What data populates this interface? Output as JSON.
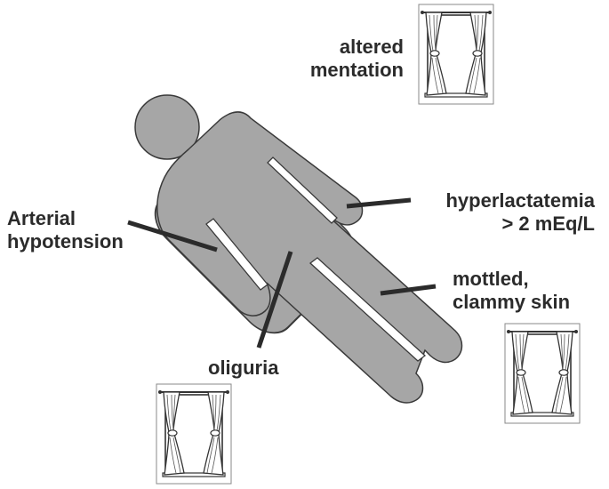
{
  "labels": {
    "altered_mentation": [
      "altered",
      "mentation"
    ],
    "hyperlactatemia": [
      "hyperlactatemia",
      "> 2 mEq/L"
    ],
    "arterial_hypotension": [
      "Arterial",
      "hypotension"
    ],
    "mottled_skin": [
      "mottled,",
      "clammy skin"
    ],
    "oliguria": [
      "oliguria"
    ]
  },
  "colors": {
    "figure_fill": "#a6a6a6",
    "figure_stroke": "#3a3a3a",
    "leader_line": "#2b2b2b",
    "text": "#2b2b2b"
  },
  "icons": {
    "window": "window-with-curtains-icon",
    "figure": "reclining-person-icon"
  }
}
